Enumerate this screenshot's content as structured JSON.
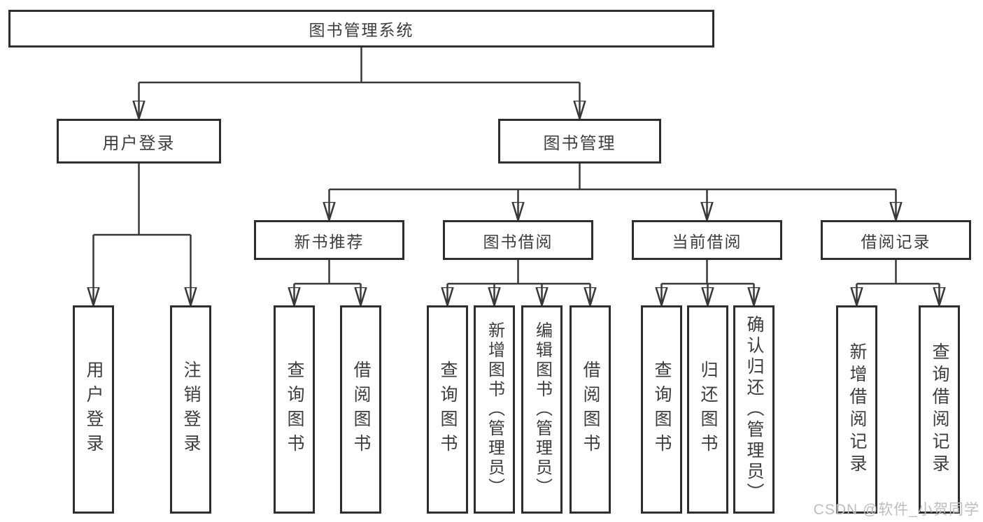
{
  "diagram_type": "hierarchy-tree",
  "colors": {
    "background": "#ffffff",
    "line": "#383838",
    "box_border": "#2e2e2e",
    "text": "#3d3d3d",
    "watermark_text": "#bdbdbd"
  },
  "watermark": "CSDN @软件_小贺同学",
  "hierarchy": {
    "root": "图书管理系统",
    "children": [
      {
        "label": "用户登录",
        "children": [
          "用户登录",
          "注销登录"
        ]
      },
      {
        "label": "图书管理",
        "children": [
          {
            "label": "新书推荐",
            "children": [
              "查询图书",
              "借阅图书"
            ]
          },
          {
            "label": "图书借阅",
            "children": [
              "查询图书",
              "新增图书（管理员）",
              "编辑图书（管理员）",
              "借阅图书"
            ]
          },
          {
            "label": "当前借阅",
            "children": [
              "查询图书",
              "归还图书",
              "确认归还（管理员）"
            ]
          },
          {
            "label": "借阅记录",
            "children": [
              "新增借阅记录",
              "查询借阅记录"
            ]
          }
        ]
      }
    ]
  }
}
